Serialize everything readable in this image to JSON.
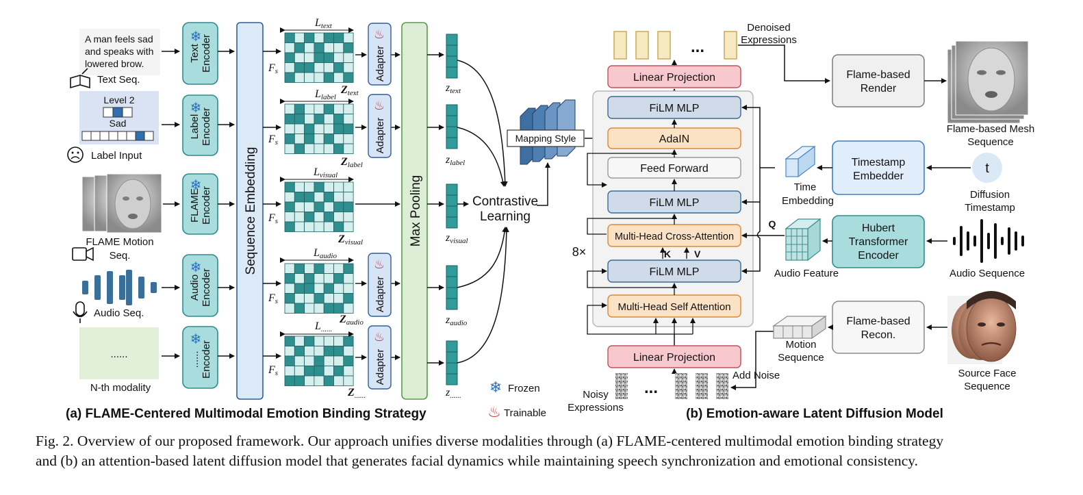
{
  "left_panel": {
    "caption": "(a) FLAME-Centered Multimodal Emotion Binding Strategy",
    "text_input": {
      "lines": [
        "A man feels sad",
        "and speaks with",
        "lowered brow."
      ],
      "label": "Text Seq."
    },
    "label_input": {
      "level": "Level 2",
      "emotion": "Sad",
      "label": "Label Input"
    },
    "flame_input": {
      "lines": [
        "FLAME Motion",
        "Seq."
      ]
    },
    "audio_input": {
      "label": "Audio Seq."
    },
    "nth_input": {
      "dots": "......",
      "label": "N-th modality"
    },
    "encoders": [
      {
        "lines": [
          "Text",
          "Encoder"
        ]
      },
      {
        "lines": [
          "Label",
          "Encoder"
        ]
      },
      {
        "lines": [
          "FLAME",
          "Encoder"
        ]
      },
      {
        "lines": [
          "Audio",
          "Encoder"
        ]
      },
      {
        "lines": [
          "......",
          "Encoder"
        ]
      }
    ],
    "sequence_embedding": "Sequence Embedding",
    "matrices": [
      {
        "L": "L",
        "L_sub": "text",
        "F": "F",
        "F_sub": "s",
        "Z": "Z",
        "Z_sub": "text"
      },
      {
        "L": "L",
        "L_sub": "label",
        "F": "F",
        "F_sub": "s",
        "Z": "Z",
        "Z_sub": "label"
      },
      {
        "L": "L",
        "L_sub": "visual",
        "F": "F",
        "F_sub": "s",
        "Z": "Z",
        "Z_sub": "visual"
      },
      {
        "L": "L",
        "L_sub": "audio",
        "F": "F",
        "F_sub": "s",
        "Z": "Z",
        "Z_sub": "audio"
      },
      {
        "L": "L",
        "L_sub": "......",
        "F": "F",
        "F_sub": "s",
        "Z": "Z",
        "Z_sub": "......"
      }
    ],
    "adapter": "Adapter",
    "max_pooling": "Max Pooling",
    "z_labels": [
      {
        "z": "z",
        "sub": "text"
      },
      {
        "z": "z",
        "sub": "label"
      },
      {
        "z": "z",
        "sub": "visual"
      },
      {
        "z": "z",
        "sub": "audio"
      },
      {
        "z": "z",
        "sub": "......"
      }
    ],
    "contrastive": [
      "Contrastive",
      "Learning"
    ],
    "mapping_style": "Mapping Style",
    "legend": {
      "frozen": "Frozen",
      "trainable": "Trainable"
    }
  },
  "right_panel": {
    "caption": "(b) Emotion-aware Latent Diffusion Model",
    "denoised": [
      "Denoised",
      "Expressions"
    ],
    "ellipsis": "...",
    "linear_projection_top": "Linear Projection",
    "linear_projection_bottom": "Linear Projection",
    "film_mlp": "FiLM MLP",
    "adain": "AdaIN",
    "feed_forward": "Feed Forward",
    "cross_attention": "Multi-Head Cross-Attention",
    "self_attention": "Multi-Head Self Attention",
    "k": "K",
    "v": "V",
    "q": "Q",
    "repeat": "8×",
    "flame_render": [
      "Flame-based",
      "Render"
    ],
    "mesh_seq": [
      "Flame-based Mesh",
      "Sequence"
    ],
    "time_embedding": [
      "Time",
      "Embedding"
    ],
    "timestamp_embedder": [
      "Timestamp",
      "Embedder"
    ],
    "t": "t",
    "diffusion_timestamp": [
      "Diffusion",
      "Timestamp"
    ],
    "hubert": [
      "Hubert",
      "Transformer",
      "Encoder"
    ],
    "audio_feature": "Audio Feature",
    "audio_sequence": "Audio Sequence",
    "flame_recon": [
      "Flame-based",
      "Recon."
    ],
    "motion_sequence": [
      "Motion",
      "Sequence"
    ],
    "source_face": [
      "Source Face",
      "Sequence"
    ],
    "add_noise": "Add Noise",
    "noisy": [
      "Noisy",
      "Expressions"
    ]
  },
  "caption_lines": [
    "Fig. 2.  Overview of our proposed framework. Our approach unifies diverse modalities through (a) FLAME-centered multimodal emotion binding strategy",
    "and (b) an attention-based latent diffusion model that generates facial dynamics while maintaining speech synchronization and emotional consistency."
  ],
  "colors": {
    "teal": "#2e8b8b",
    "teal_fill": "#a9dcdc",
    "matrix_dark": "#2f8f8f",
    "matrix_light": "#d5efef",
    "seq_embed": "#dce9f7",
    "pool": "#dcefd6",
    "pink": "#f7c9cf",
    "orange": "#fbe2c4",
    "film": "#cfdbe8",
    "gold": "#f6eac3"
  }
}
